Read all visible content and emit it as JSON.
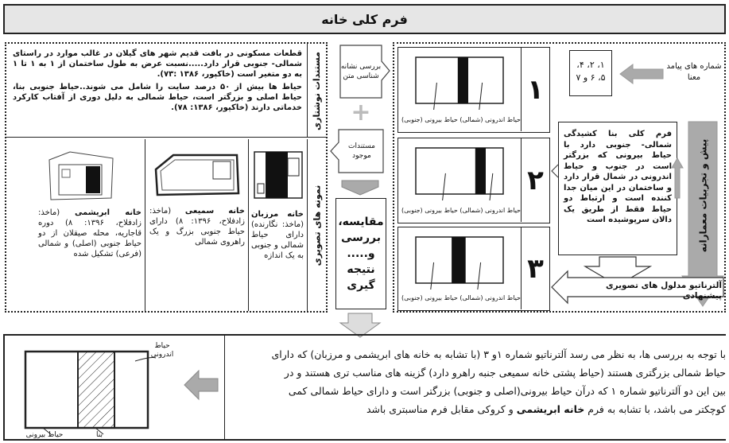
{
  "title": "فرم کلی خانه",
  "left_panel": {
    "doc_label": "مستندات نوشتاری",
    "doc_text_1": "قطعات مسکونی در بافت قدیم شهر های گیلان در غالب موارد در راستای شمالی- جنوبی قرار دارد.....نسبت عرض به طول ساختمان از ۱ به ۱ تا ۱ به دو متغیر است (خاکپور، ۱۳۸۶ :۷۳).",
    "doc_text_2": "حیاط ها بیش از ۵۰ درصد سایت را شامل می شوند..حیاط جنوبی بنا، حیاط اصلی و بزرگتر است، حیاط شمالی به دلیل دوری از آفتاب کارکرد خدماتی دارند (خاکپور، ۱۳۸۶: ۷۸).",
    "img_label": "نمونه های تصویری",
    "samples": [
      {
        "name": "خانه مرزبان",
        "desc": "(ماخذ: نگارنده) دارای حیاط شمالی و جنوبی به یک اندازه"
      },
      {
        "name": "خانه سمیعی",
        "desc": "(ماخذ: زادفلاح، ۱۳۹۶: ۸) دارای حیاط جنوبی بزرگ و یک راهروی شمالی"
      },
      {
        "name": "خانه ابریشمی",
        "desc": "(ماخذ: زادفلاح، ۱۳۹۶: ۸) دوره قاجاریه، محله صیقلان از دو حیاط جنوبی (اصلی) و شمالی (فرعی) تشکیل شده"
      }
    ]
  },
  "middle": {
    "box1": "بررسی نشانه شناسی متن",
    "plus": "+",
    "box2": "مستندات موجود",
    "box3": "مقایسه، بررسی و..... نتیجه گیری"
  },
  "alternatives": [
    {
      "num": "۱",
      "cap1": "حیاط اندرونی (شمالی)",
      "cap2": "حیاط بیرونی (جنوبی)",
      "bar_from": 0.48,
      "bar_to": 0.6
    },
    {
      "num": "۲",
      "cap1": "حیاط اندرونی (شمالی)",
      "cap2": "حیاط بیرونی (جنوبی)",
      "bar_from": 0.68,
      "bar_to": 0.8
    },
    {
      "num": "۳",
      "cap1": "حیاط اندرونی (شمالی)",
      "cap2": "حیاط بیرونی (جنوبی)",
      "bar_from": 0.41,
      "bar_to": 0.57
    }
  ],
  "right": {
    "meaning_label": "شماره های پیامد معنا",
    "meaning_values": "۱، ۲، ۴، ۵، ۶ و ۷",
    "experience_label": "پیش و تجربیات معمارانه",
    "description": "فرم کلی بنا کشیدگی شمالی- جنوبی دارد با حیاط بیرونی که بزرگتر است در جنوب و حیاط اندرونی در شمال قرار دارد و ساختمان در این میان جدا کننده است و ارتباط دو حیاط فقط از طریق یک دالان سرپوشیده است",
    "proposal": "آلترناتیو مدلول های تصویری پیشنهادی"
  },
  "bottom": {
    "line1": "با توجه به بررسی ها، به نظر می رسد آلترناتیو شماره ۱و ۳ (با تشابه به خانه های ابریشمی و مرزبان) که دارای",
    "line2": "حیاط شمالی بزرگتری هستند (حیاط پشتی خانه سمیعی جنبه راهرو دارد) گزینه های مناسب تری هستند و در",
    "line3": "بین این دو آلترناتیو شماره ۱ که درآن حیاط بیرونی(اصلی و جنوبی) بزرگتر است و دارای حیاط شمالی کمی",
    "line4_a": "کوچکتر می باشد، با تشابه به فرم",
    "line4_b": "خانه ابریشمی",
    "line4_c": "و کروکی مقابل فرم مناسبتری باشد",
    "sketch_label_top": "حیاط اندرونی",
    "sketch_label_bottom_left": "حیاط بیرونی",
    "sketch_label_bottom_right": "بنا"
  }
}
